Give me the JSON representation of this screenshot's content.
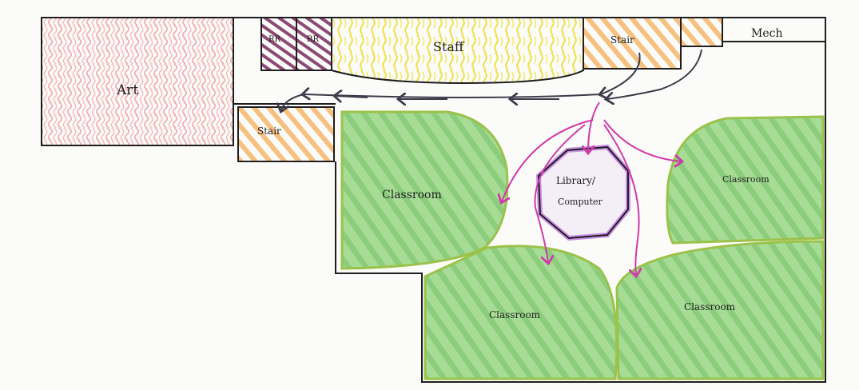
{
  "plan": {
    "rooms": {
      "art": "Art",
      "rr1": "RR",
      "rr2": "RR",
      "staff": "Staff",
      "stair_top": "Stair",
      "stair_left": "Stair",
      "mech": "Mech",
      "classroom_left": "Classroom",
      "classroom_right": "Classroom",
      "classroom_bottom_left": "Classroom",
      "classroom_bottom_right": "Classroom",
      "library_line1": "Library/",
      "library_line2": "Computer"
    }
  },
  "colors": {
    "ink": "#1e1e1e",
    "art": "#f5a6a6",
    "restroom": "#7a2a5e",
    "staff": "#f2e23a",
    "stair": "#f6b66a",
    "classroom": "#8fd17f",
    "classroom_edge": "#9bc24a",
    "library": "#c98ee6",
    "circulation_main": "#3c3c4a",
    "circulation_branch": "#d03aa8"
  }
}
